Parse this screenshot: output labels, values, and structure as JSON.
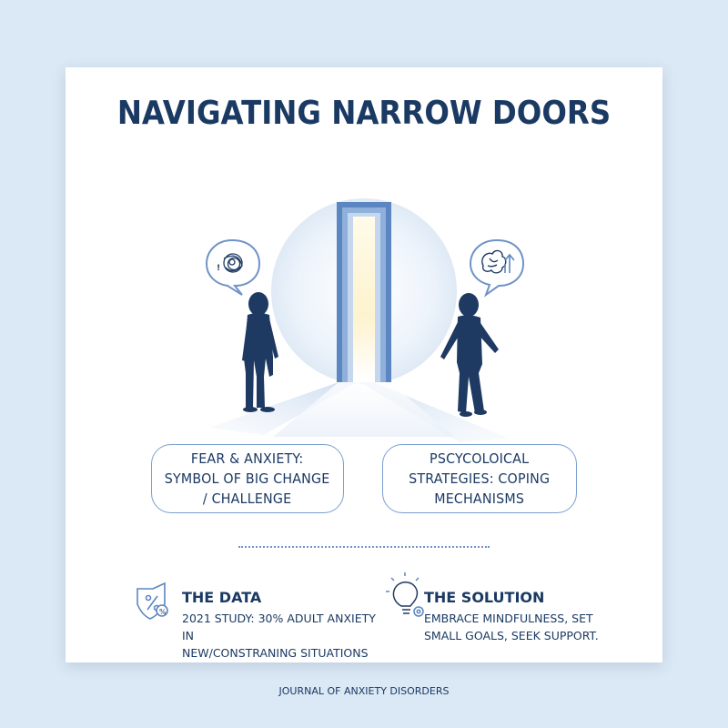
{
  "title": "NAVIGATING NARROW DOORS",
  "left_box": {
    "text": "FEAR & ANXIETY:\nSYMBOL OF BIG CHANGE\n/ CHALLENGE"
  },
  "right_box": {
    "text": "PSCYCOLOICAL\nSTRATEGIES: COPING\nMECHANISMS"
  },
  "data_section": {
    "icon": "shield-percent-icon",
    "title": "THE DATA",
    "body": "2021 STUDY: 30% ADULT ANXIETY IN\nNEW/CONSTRANING SITUATIONS"
  },
  "solution_section": {
    "icon": "lightbulb-gear-icon",
    "title": "THE SOLUTION",
    "body": "EMBRACE MINDFULNESS, SET\nSMALL GOALS, SEEK SUPPORT."
  },
  "footer": "JOURNAL OF ANXIETY DISORDERS",
  "colors": {
    "background": "#dbe8f5",
    "navy": "#1b3a63",
    "accent_blue": "#5b86c2",
    "door_glow": "#fdf6d8"
  }
}
